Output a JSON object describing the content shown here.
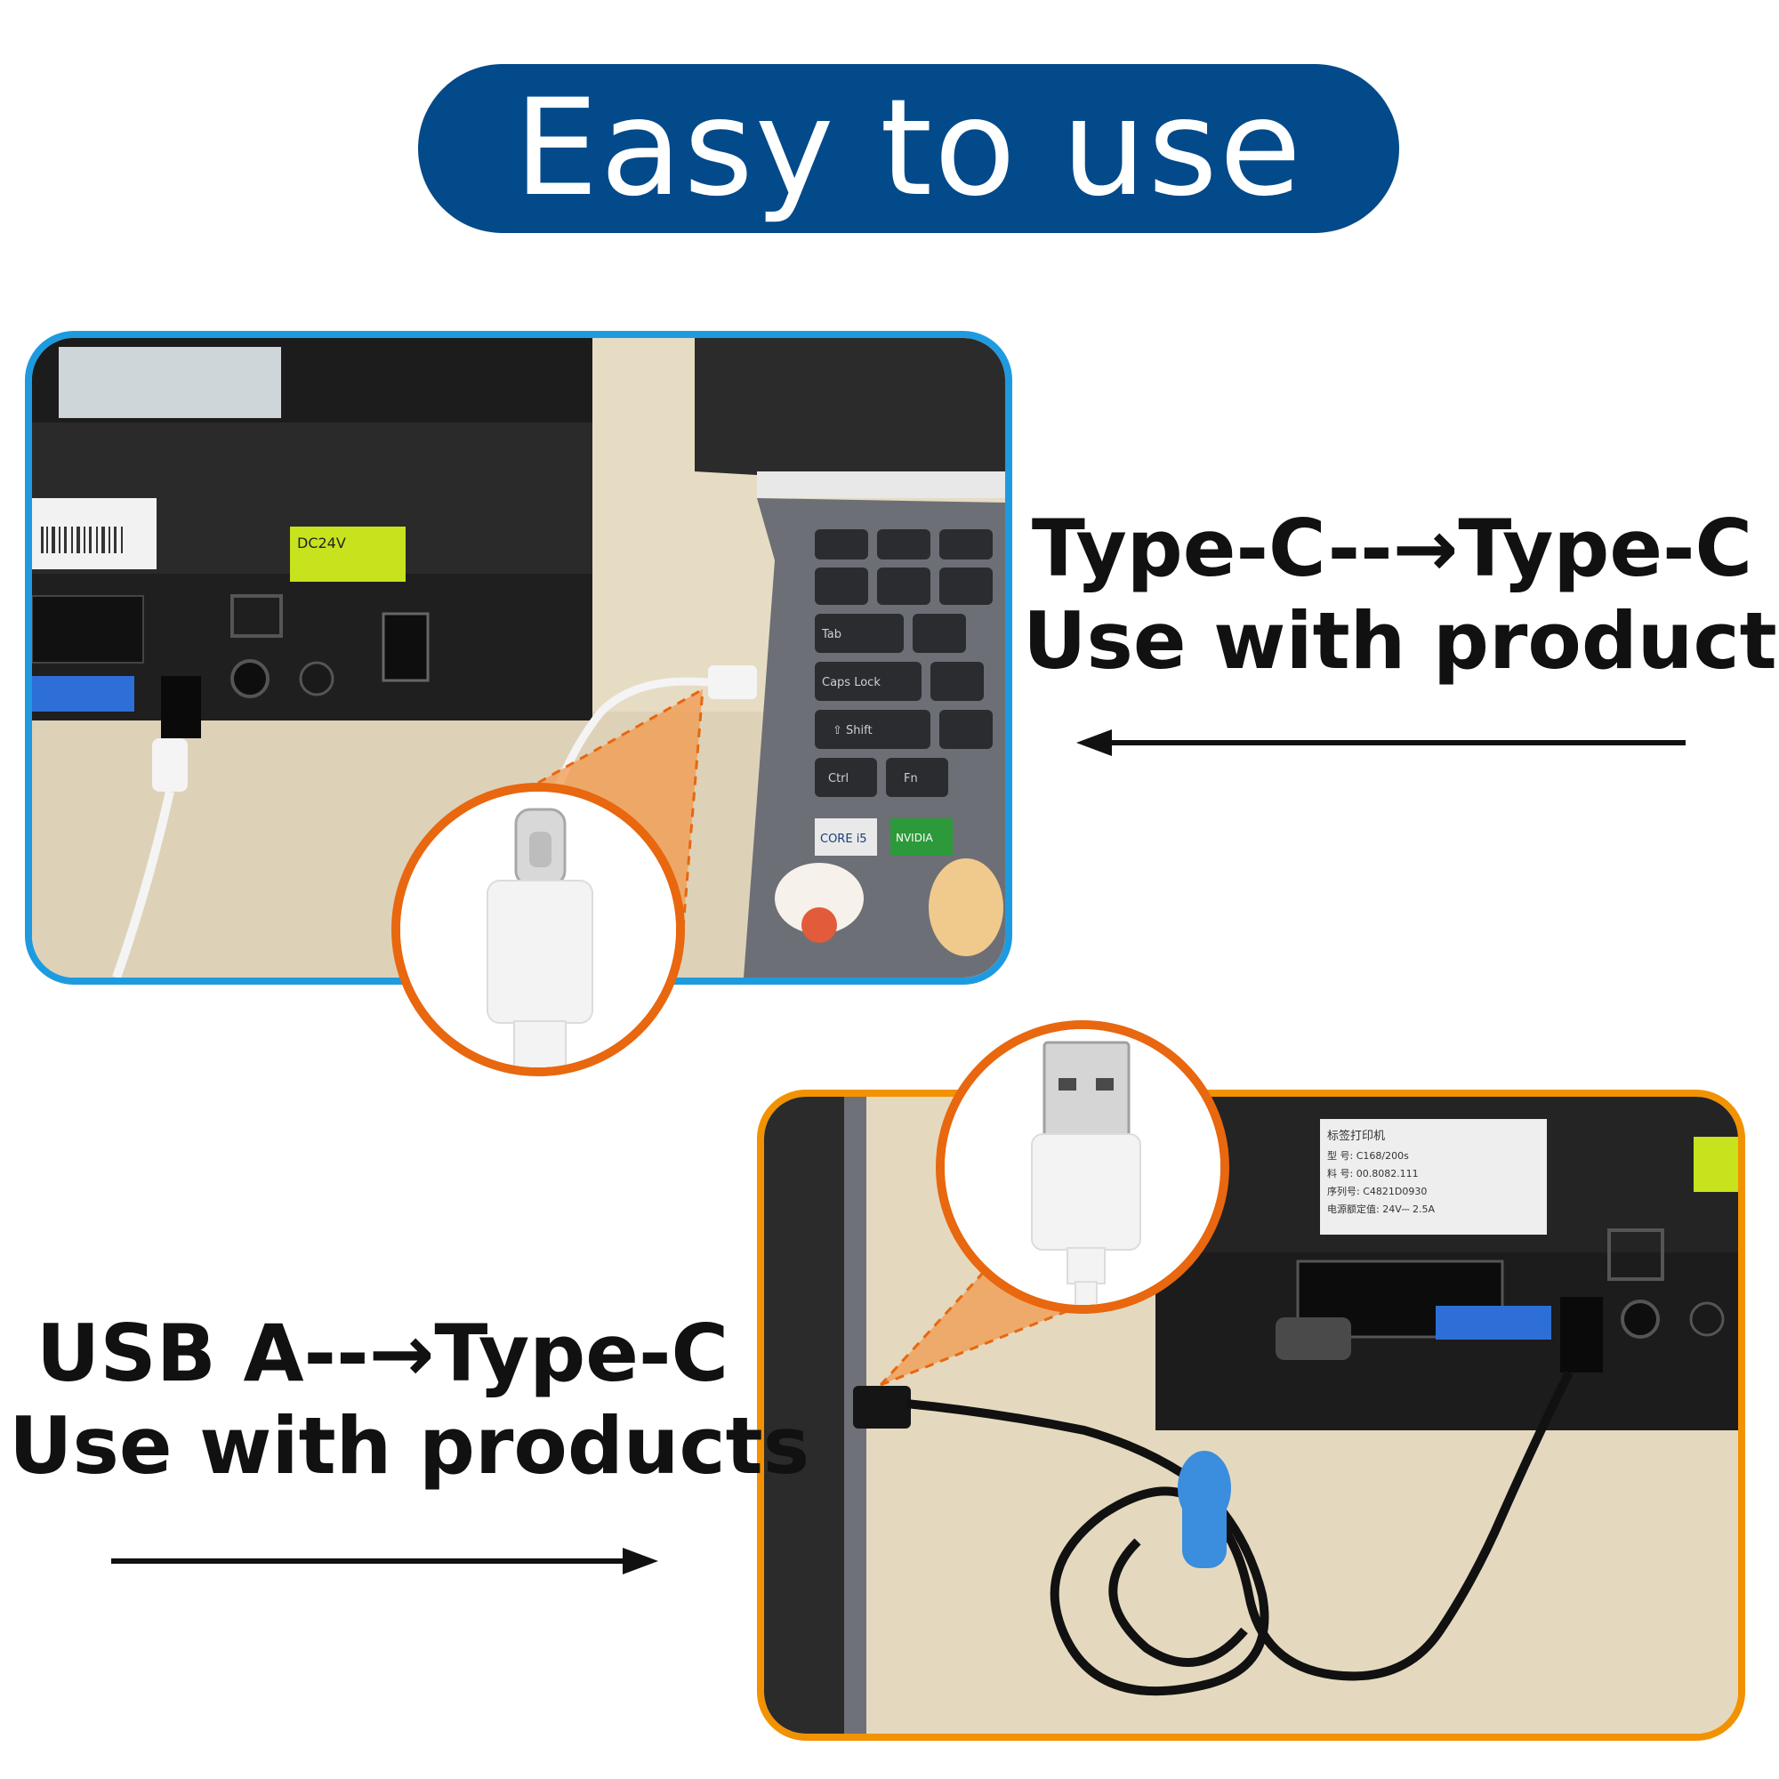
{
  "header": {
    "title": "Easy to use"
  },
  "section_1": {
    "line_1": "Type-C--→Type-C",
    "line_2": "Use with products",
    "arrow_direction": "left",
    "frame_color": "#1e9be0"
  },
  "section_2": {
    "line_1": "USB A--→Type-C",
    "line_2": "Use with products",
    "arrow_direction": "right",
    "frame_color": "#f29200"
  },
  "colors": {
    "header_bg": "#034a8a",
    "zoom_ring": "#e8670f",
    "text": "#111111"
  },
  "photo_1": {
    "label_dc": "DC24V",
    "keys": [
      "Tab",
      "Caps Lock",
      "⇧ Shift",
      "Ctrl",
      "Fn"
    ],
    "badge_intel": "CORE i5",
    "badge_nvidia": "NVIDIA"
  },
  "photo_2": {
    "label_title": "标签打印机",
    "label_model": "型 号: C168/200s",
    "label_part": "料 号: 00.8082.111",
    "label_serial": "序列号: C4821D0930",
    "label_power": "电源额定值: 24V⎓ 2.5A"
  }
}
